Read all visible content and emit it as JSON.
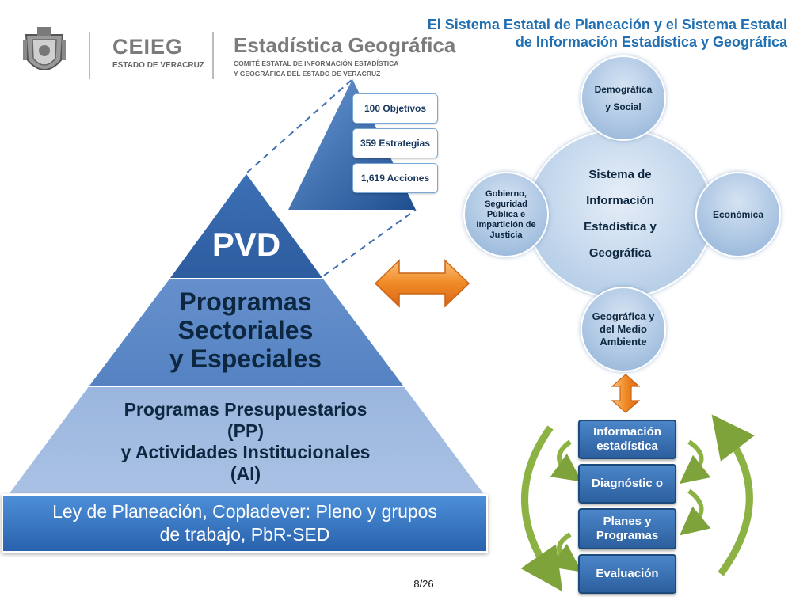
{
  "header": {
    "title": "El Sistema Estatal de Planeación y el Sistema Estatal de Información Estadística y Geográfica",
    "ceieg_name": "CEIEG",
    "ceieg_sub": "ESTADO DE VERACRUZ",
    "geo_name": "Estadística Geográfica",
    "geo_sub_1": "COMITÉ ESTATAL DE INFORMACIÓN ESTADÍSTICA",
    "geo_sub_2": "Y GEOGRÁFICA DEL ESTADO DE VERACRUZ"
  },
  "small_pyramid": {
    "objetivos": "100 Objetivos",
    "estrategias": "359 Estrategias",
    "acciones": "1,619 Acciones"
  },
  "pyramid": {
    "tier1": "PVD",
    "tier2_line1": "Programas",
    "tier2_line2": "Sectoriales",
    "tier2_line3": "y Especiales",
    "tier3_line1": "Programas Presupuestarios",
    "tier3_line2": "(PP)",
    "tier3_line3": "y Actividades Institucionales",
    "tier3_line4": "(AI)",
    "base_line1": "Ley de Planeación, Copladever: Pleno y grupos",
    "base_line2": "de trabajo, PbR-SED"
  },
  "system": {
    "center_line1": "Sistema de",
    "center_line2": "Información",
    "center_line3": "Estadística y",
    "center_line4": "Geográfica",
    "top_line1": "Demográfica",
    "top_line2": "y Social",
    "right": "Económica",
    "bottom": "Geográfica y del Medio Ambiente",
    "left": "Gobierno, Seguridad Pública e Impartición de Justicia"
  },
  "cycle": {
    "stage1": "Información estadística",
    "stage2": "Diagnóstic o",
    "stage3": "Planes y Programas",
    "stage4": "Evaluación"
  },
  "footer": {
    "page": "8/26"
  },
  "colors": {
    "title_blue": "#1f6fb2",
    "pyramid_dark": "#2f62a8",
    "pyramid_mid": "#5b89c8",
    "pyramid_light": "#8fb0dc",
    "arrow_orange": "#f08a24",
    "cycle_green": "#7da33a"
  }
}
